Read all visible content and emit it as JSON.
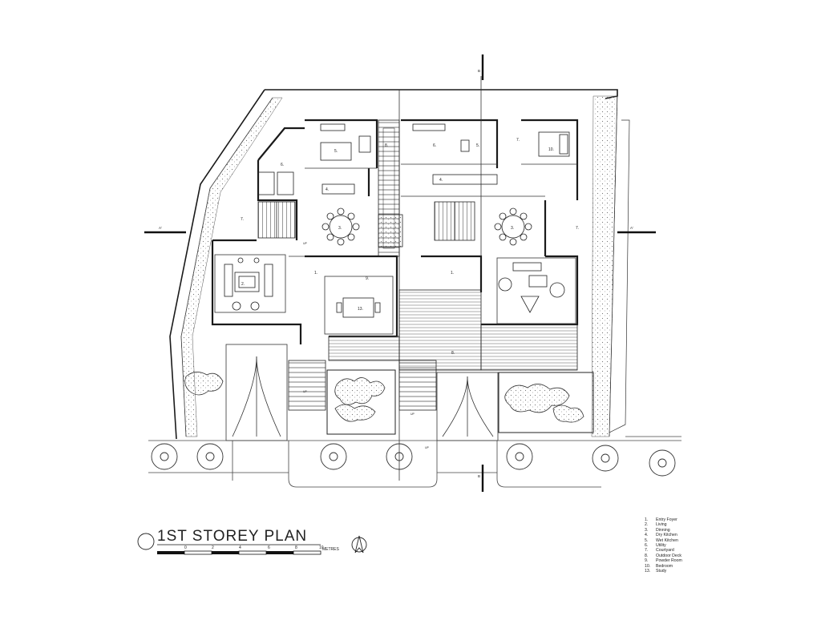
{
  "drawing": {
    "title": "1ST STOREY PLAN",
    "scale": {
      "ticks": [
        "0",
        "2",
        "4",
        "6",
        "8",
        "10"
      ],
      "unit": "METRES"
    },
    "north_symbol": "north-arrow-icon",
    "section_marks": [
      "A'",
      "A'",
      "B",
      "B"
    ]
  },
  "legend": [
    {
      "num": "1.",
      "label": "Entry Foyer"
    },
    {
      "num": "2.",
      "label": "Living"
    },
    {
      "num": "3.",
      "label": "Dinning"
    },
    {
      "num": "4.",
      "label": "Dry Kitchen"
    },
    {
      "num": "5.",
      "label": "Wet Kitchen"
    },
    {
      "num": "6.",
      "label": "Utility"
    },
    {
      "num": "7.",
      "label": "Courtyard"
    },
    {
      "num": "8.",
      "label": "Outdoor Deck"
    },
    {
      "num": "9.",
      "label": "Powder Room"
    },
    {
      "num": "10.",
      "label": "Bedroom"
    },
    {
      "num": "13.",
      "label": "Study"
    }
  ],
  "room_tags": {
    "left": [
      "1.",
      "2.",
      "3.",
      "4.",
      "5.",
      "6.",
      "7.",
      "9.",
      "13."
    ],
    "right": [
      "1.",
      "3.",
      "4.",
      "5.",
      "6.",
      "7.",
      "7.",
      "10."
    ],
    "center": [
      "8.",
      "8."
    ],
    "stairs": [
      "UP",
      "UP",
      "UP",
      "UP"
    ]
  },
  "colors": {
    "line": "#1a1a1a",
    "light_line": "#6a6a6a",
    "background": "#ffffff"
  }
}
